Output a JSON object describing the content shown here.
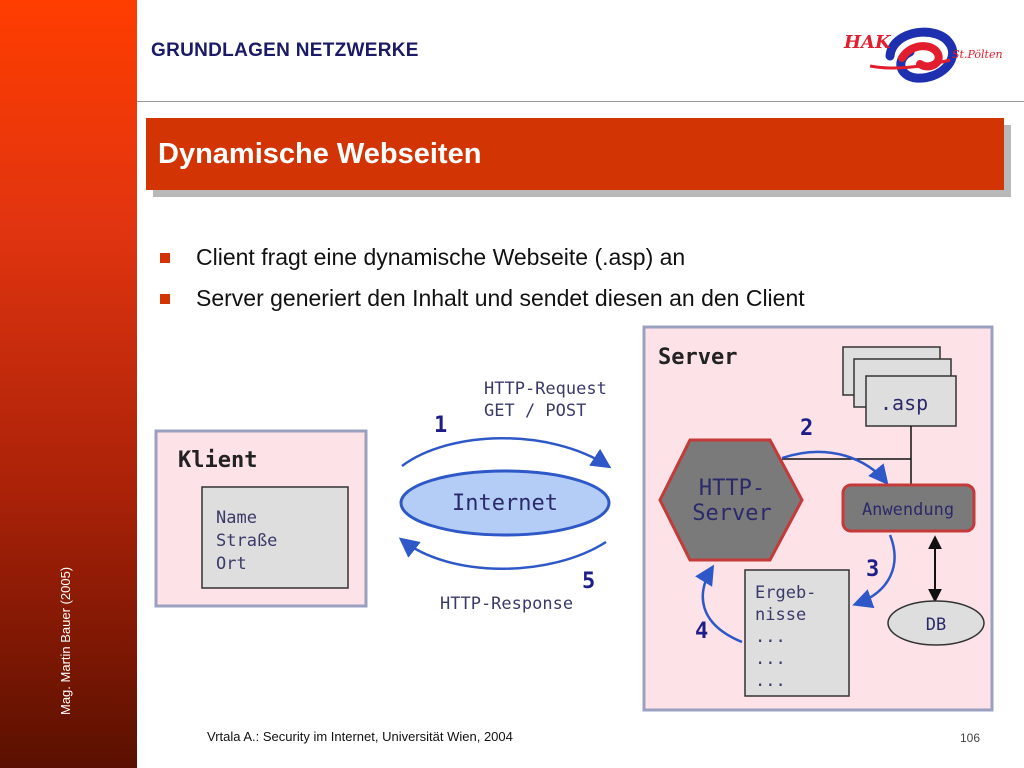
{
  "header": {
    "title": "GRUNDLAGEN NETZWERKE"
  },
  "sidebar": {
    "credit": "Mag. Martin Bauer (2005)"
  },
  "slide": {
    "title": "Dynamische Webseiten",
    "bullets": [
      "Client fragt eine dynamische Webseite (.asp) an",
      "Server generiert den Inhalt und sendet diesen an den Client"
    ]
  },
  "diagram": {
    "client": {
      "label": "Klient",
      "fields": [
        "Name",
        "Straße",
        "Ort"
      ]
    },
    "internet": {
      "label": "Internet",
      "request_line1": "HTTP-Request",
      "request_line2": "GET / POST",
      "response": "HTTP-Response",
      "step_request": "1",
      "step_response": "5"
    },
    "server": {
      "label": "Server",
      "file": ".asp",
      "http_server_line1": "HTTP-",
      "http_server_line2": "Server",
      "application": "Anwendung",
      "database": "DB",
      "results": [
        "Ergeb-",
        "nisse",
        "...",
        "...",
        "..."
      ],
      "steps": [
        "2",
        "3",
        "4"
      ]
    },
    "colors": {
      "panel_fill": "#fde2e7",
      "panel_border": "#9aa0c0",
      "arrow": "#2e57c8",
      "ellipse_fill": "#b4cdf7",
      "hexagon_fill": "#7a7a7a",
      "hexagon_border": "#c43a3a",
      "box_fill": "#dedede"
    }
  },
  "footer": {
    "source": "Vrtala A.: Security im Internet, Universität Wien, 2004",
    "page_number": "106"
  }
}
